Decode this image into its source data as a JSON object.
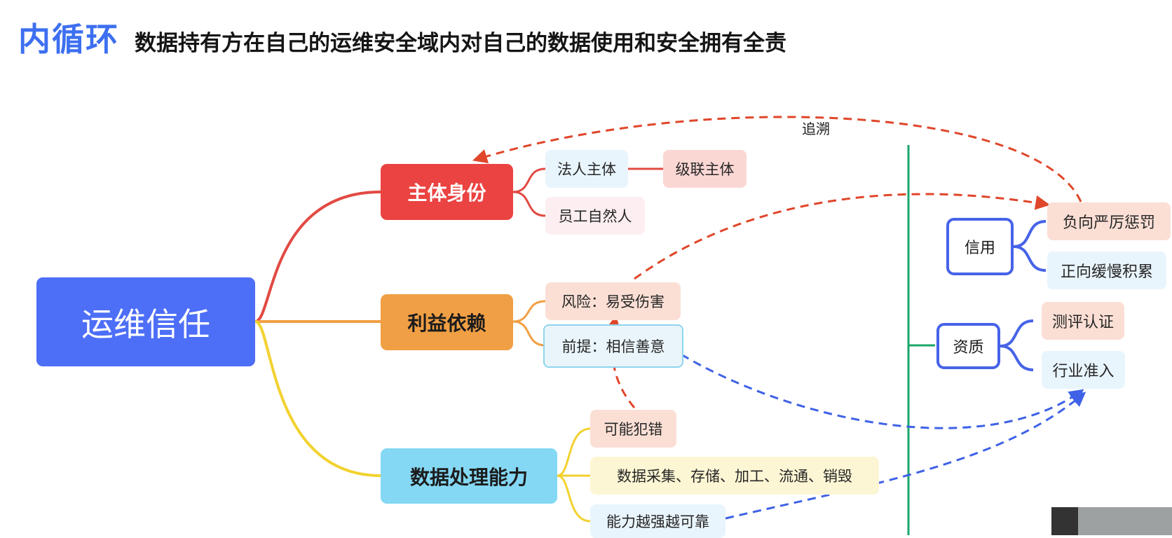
{
  "header": {
    "title": "内循环",
    "subtitle": "数据持有方在自己的运维安全域内对自己的数据使用和安全拥有全责"
  },
  "mindmap": {
    "root": "运维信任",
    "branches": [
      {
        "label": "主体身份",
        "color": "#ea4341",
        "children": [
          "法人主体",
          "员工自然人"
        ],
        "grandchild": "级联主体"
      },
      {
        "label": "利益依赖",
        "color": "#f19f44",
        "children": [
          "风险：易受伤害",
          "前提：相信善意"
        ]
      },
      {
        "label": "数据处理能力",
        "color": "#84d8f4",
        "children": [
          "可能犯错",
          "数据采集、存储、加工、流通、销毁",
          "能力越强越可靠"
        ]
      }
    ]
  },
  "right_panel": {
    "groups": [
      {
        "label": "信用",
        "children": [
          "负向严厉惩罚",
          "正向缓慢积累"
        ]
      },
      {
        "label": "资质",
        "children": [
          "测评认证",
          "行业准入"
        ]
      }
    ]
  },
  "annotations": {
    "trace_label": "追溯"
  },
  "colors": {
    "accent_blue": "#4d6ef7",
    "arrow_red": "#e0462a",
    "arrow_blue": "#3f62e6",
    "divider_green": "#1aa66a"
  }
}
